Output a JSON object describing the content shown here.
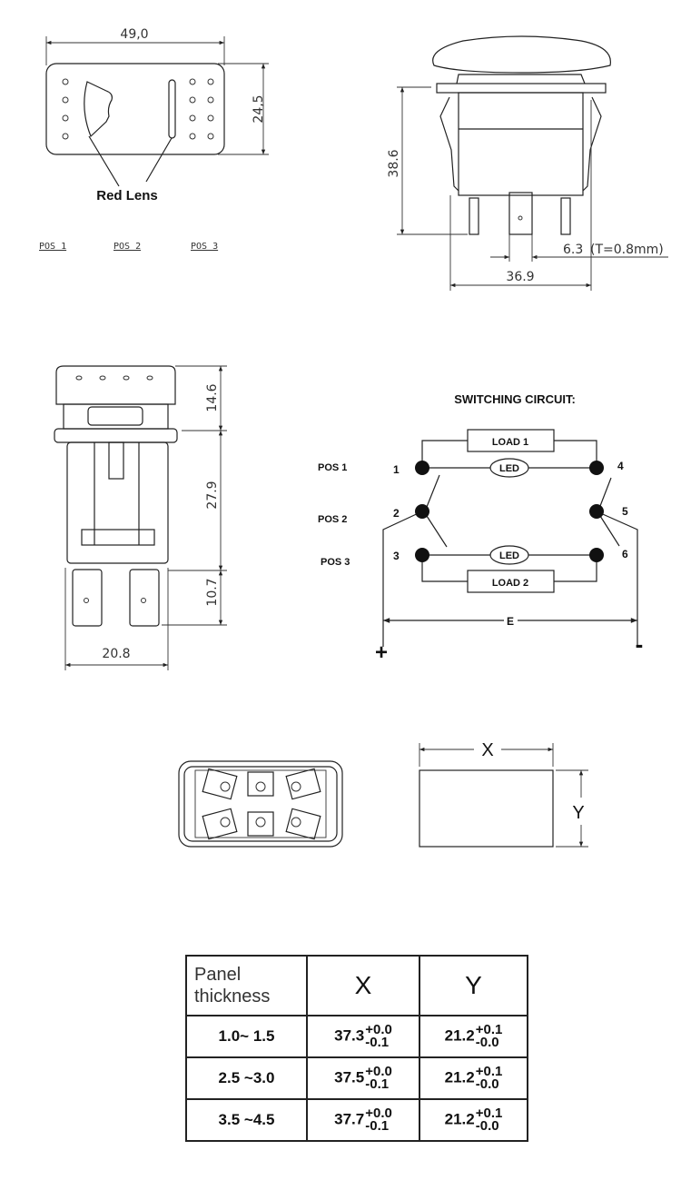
{
  "front_view": {
    "width_dim": "49,0",
    "height_dim": "24,5",
    "callout": "Red Lens",
    "positions": [
      "POS 1",
      "POS 2",
      "POS 3"
    ]
  },
  "end_view": {
    "height_dim": "38.6",
    "terminal_width_dim": "6.3",
    "terminal_thickness_note": "(T=0.8mm)",
    "width_dim": "36.9"
  },
  "side_view": {
    "cap_dim": "14.6",
    "body_dim": "27.9",
    "terminal_dim": "10.7",
    "width_dim": "20.8"
  },
  "circuit": {
    "title": "SWITCHING CIRCUIT:",
    "positions": [
      "POS 1",
      "POS 2",
      "POS 3"
    ],
    "terminals": [
      "1",
      "2",
      "3",
      "4",
      "5",
      "6"
    ],
    "load_top": "LOAD 1",
    "load_bottom": "LOAD 2",
    "led_label": "LED",
    "supply_label": "E",
    "plus": "+",
    "minus": "-"
  },
  "cutout": {
    "x_label": "X",
    "y_label": "Y"
  },
  "table": {
    "headers": [
      "Panel thickness",
      "X",
      "Y"
    ],
    "rows": [
      {
        "thickness": "1.0~ 1.5",
        "x": "37.3",
        "x_plus": "+0.0",
        "x_minus": "-0.1",
        "y": "21.2",
        "y_plus": "+0.1",
        "y_minus": "-0.0"
      },
      {
        "thickness": "2.5 ~3.0",
        "x": "37.5",
        "x_plus": "+0.0",
        "x_minus": "-0.1",
        "y": "21.2",
        "y_plus": "+0.1",
        "y_minus": "-0.0"
      },
      {
        "thickness": "3.5 ~4.5",
        "x": "37.7",
        "x_plus": "+0.0",
        "x_minus": "-0.1",
        "y": "21.2",
        "y_plus": "+0.1",
        "y_minus": "-0.0"
      }
    ]
  }
}
